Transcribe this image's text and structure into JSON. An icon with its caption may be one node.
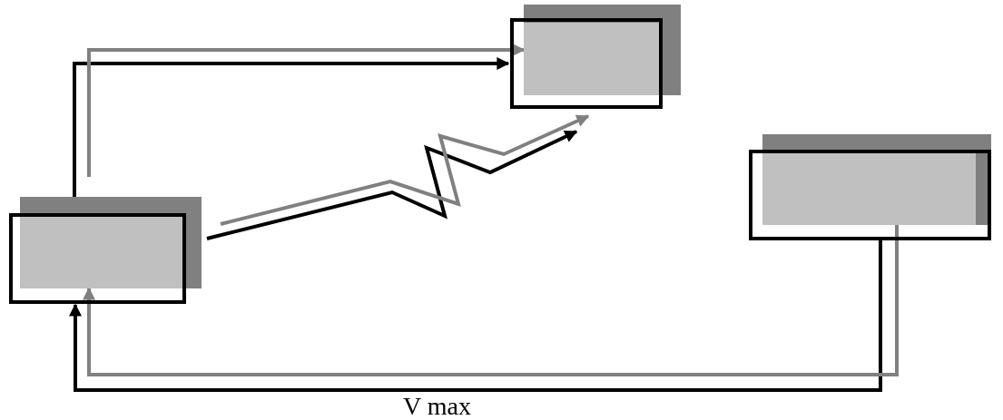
{
  "diagram": {
    "nodes": [
      {
        "text": [],
        "shape": "box"
      },
      {
        "text": [],
        "shape": "box"
      },
      {
        "text": [],
        "shape": "box"
      }
    ],
    "edges": [
      {
        "from": 0,
        "to": 1,
        "arrow": "to"
      },
      {
        "from": 0,
        "to": 1,
        "arrow": "to",
        "color": "#808080"
      },
      {
        "from": 0,
        "to": 1,
        "arrow": "to"
      },
      {
        "from": 0,
        "to": 1,
        "arrow": "to",
        "color": "#808080"
      },
      {
        "from": 2,
        "to": 0,
        "arrow": "to",
        "label": "V max"
      },
      {
        "from": 2,
        "to": 0,
        "arrow": "to",
        "color": "#808080"
      }
    ]
  }
}
